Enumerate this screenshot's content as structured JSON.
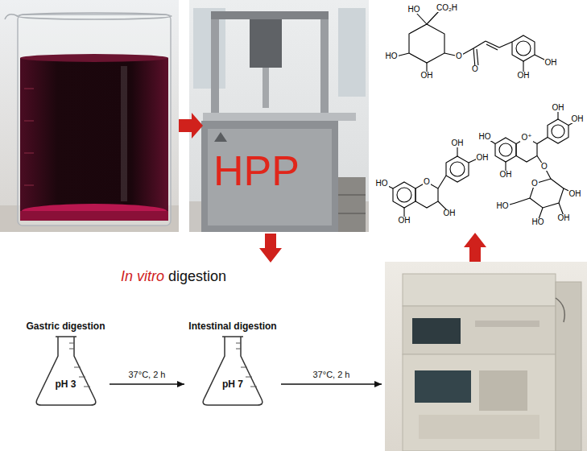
{
  "diagram": {
    "nodes": [
      {
        "text": [
          "HPP"
        ]
      },
      {
        "text": [
          "Gastric digestion",
          "pH 3"
        ]
      },
      {
        "text": [
          "Intestinal digestion",
          "pH 7"
        ]
      }
    ],
    "edges": [
      {
        "from": 1,
        "to": 2,
        "arrow": "to",
        "label": "37°C, 2 h"
      }
    ],
    "labels": [
      "In vitro",
      "digestion",
      "37°C, 2 h",
      "HO",
      "CO₂H",
      "HO",
      "OH",
      "O",
      "O",
      "OH",
      "OH",
      "HO",
      "OH",
      "O",
      "OH",
      "OH",
      "OH",
      "HO",
      "O⁺",
      "OH",
      "OH",
      "OH",
      "O",
      "O",
      "OH",
      "OH",
      "HO",
      "HO"
    ]
  }
}
